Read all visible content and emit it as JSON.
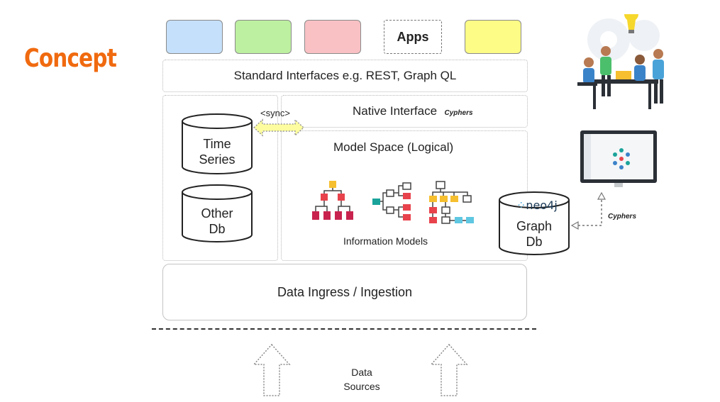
{
  "title": "Concept",
  "apps": {
    "label": "Apps",
    "colors": [
      "#c5e0fb",
      "#bdf0a0",
      "#f9c1c4",
      "#fcfc86"
    ]
  },
  "layers": {
    "standard": "Standard Interfaces e.g. REST, Graph QL",
    "native": "Native Interface",
    "native_sub": "Cyphers",
    "model": "Model Space (Logical)",
    "info_models": "Information Models",
    "ingress": "Data Ingress / Ingestion"
  },
  "sync": "<sync>",
  "cylinders": {
    "time_series": [
      "Time",
      "Series"
    ],
    "other_db": [
      "Other",
      "Db"
    ],
    "graph_db": [
      "Graph",
      "Db"
    ],
    "neo4j": "neo4j"
  },
  "cyphers": "Cyphers",
  "data_sources": [
    "Data",
    "Sources"
  ],
  "icons": [
    "team-collaboration-illustration",
    "monitor-graph-icon",
    "hierarchy-tree-icon"
  ]
}
